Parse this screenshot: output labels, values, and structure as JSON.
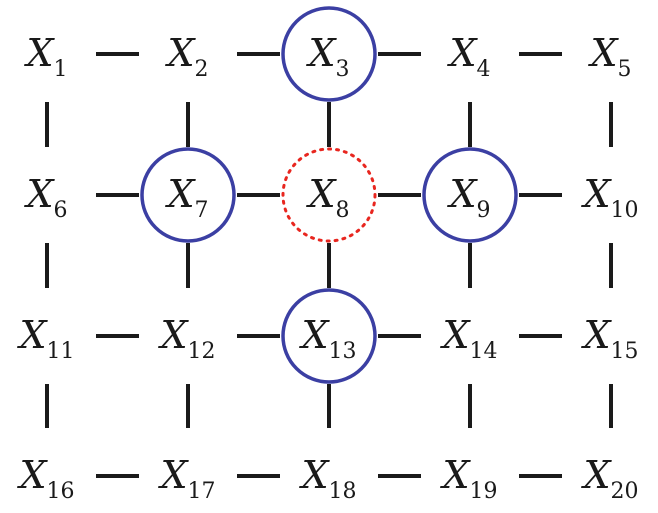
{
  "diagram": {
    "grid": {
      "rows": 4,
      "cols": 5
    },
    "nodes": [
      {
        "id": 1,
        "symbol": "X",
        "sub": "1"
      },
      {
        "id": 2,
        "symbol": "X",
        "sub": "2"
      },
      {
        "id": 3,
        "symbol": "X",
        "sub": "3",
        "marker": "solid-circle"
      },
      {
        "id": 4,
        "symbol": "X",
        "sub": "4"
      },
      {
        "id": 5,
        "symbol": "X",
        "sub": "5"
      },
      {
        "id": 6,
        "symbol": "X",
        "sub": "6"
      },
      {
        "id": 7,
        "symbol": "X",
        "sub": "7",
        "marker": "solid-circle"
      },
      {
        "id": 8,
        "symbol": "X",
        "sub": "8",
        "marker": "dotted-circle"
      },
      {
        "id": 9,
        "symbol": "X",
        "sub": "9",
        "marker": "solid-circle"
      },
      {
        "id": 10,
        "symbol": "X",
        "sub": "10"
      },
      {
        "id": 11,
        "symbol": "X",
        "sub": "11"
      },
      {
        "id": 12,
        "symbol": "X",
        "sub": "12"
      },
      {
        "id": 13,
        "symbol": "X",
        "sub": "13",
        "marker": "solid-circle"
      },
      {
        "id": 14,
        "symbol": "X",
        "sub": "14"
      },
      {
        "id": 15,
        "symbol": "X",
        "sub": "15"
      },
      {
        "id": 16,
        "symbol": "X",
        "sub": "16"
      },
      {
        "id": 17,
        "symbol": "X",
        "sub": "17"
      },
      {
        "id": 18,
        "symbol": "X",
        "sub": "18"
      },
      {
        "id": 19,
        "symbol": "X",
        "sub": "19"
      },
      {
        "id": 20,
        "symbol": "X",
        "sub": "20"
      }
    ],
    "connectivity": "4-neighbor grid",
    "colors": {
      "edge": "#1a1a1a",
      "solid_circle": "#3b3fa3",
      "dotted_circle": "#e8261f"
    }
  }
}
